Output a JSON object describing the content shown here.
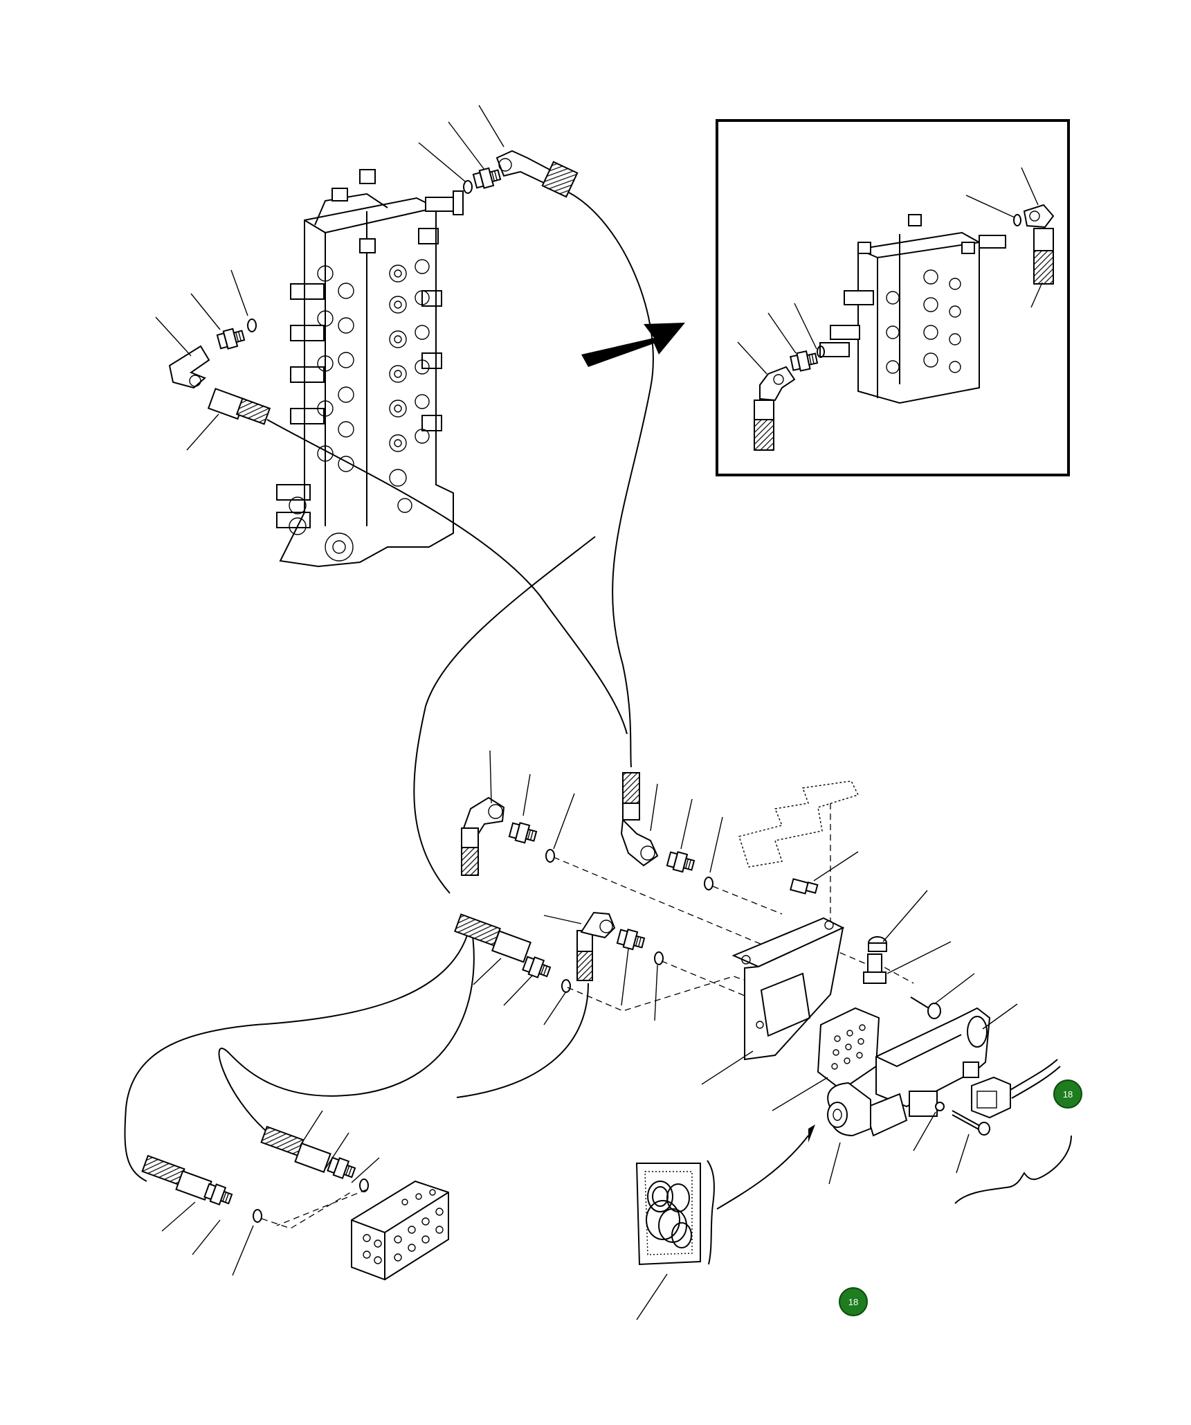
{
  "callouts": [
    {
      "name": "callout-badge-upper",
      "label": "18",
      "color": "#1e7d1e"
    },
    {
      "name": "callout-badge-lower",
      "label": "18",
      "color": "#1e7d1e"
    }
  ],
  "colors": {
    "line": "#000000",
    "background": "#ffffff",
    "badge": "#1e7d1e"
  }
}
